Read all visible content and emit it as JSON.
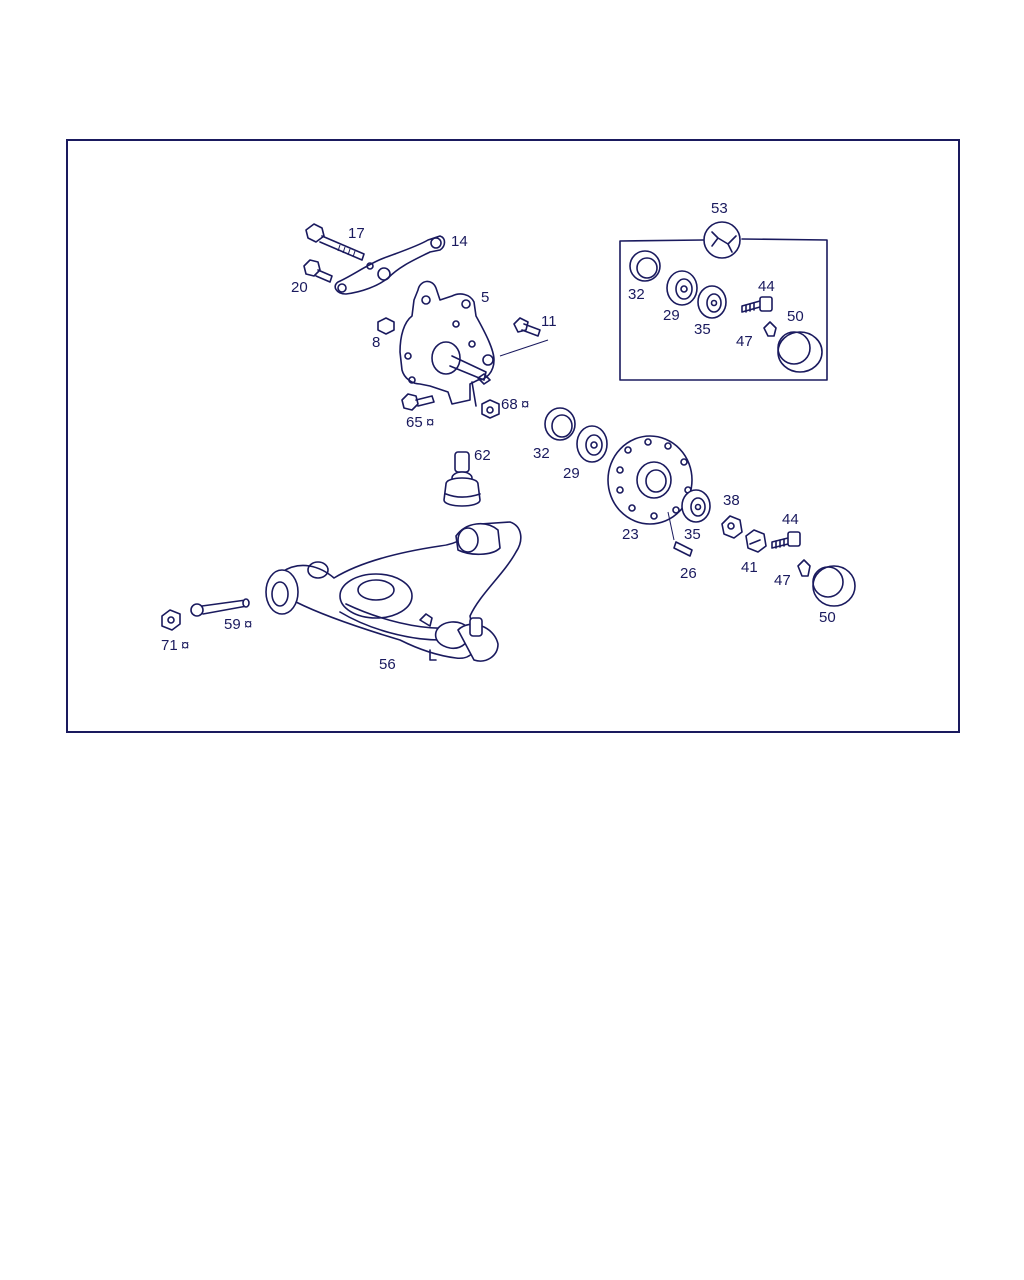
{
  "colors": {
    "ink": "#1a1a5e",
    "background": "#ffffff"
  },
  "kit": {
    "icon": "wrench-icon",
    "callout": "53",
    "labels": {
      "seal": "32",
      "bearing_inner": "29",
      "bearing_outer": "35",
      "screw": "44",
      "clip": "47",
      "cap": "50"
    }
  },
  "callouts": {
    "bolt_17": "17",
    "arm_14": "14",
    "screw_20": "20",
    "knuckle_5": "5",
    "stud_11": "11",
    "bush_8": "8",
    "bolt_65": "65",
    "nut_68": "68",
    "ball_joint_62": "62",
    "seal_32": "32",
    "bearing_29": "29",
    "hub_23": "23",
    "bearing_35": "35",
    "washer_38": "38",
    "screw_44": "44",
    "pin_26": "26",
    "nut_41": "41",
    "clip_47": "47",
    "cap_50": "50",
    "bolt_59": "59",
    "nut_71": "71",
    "control_arm_56": "56"
  },
  "marker_symbol": "¤"
}
